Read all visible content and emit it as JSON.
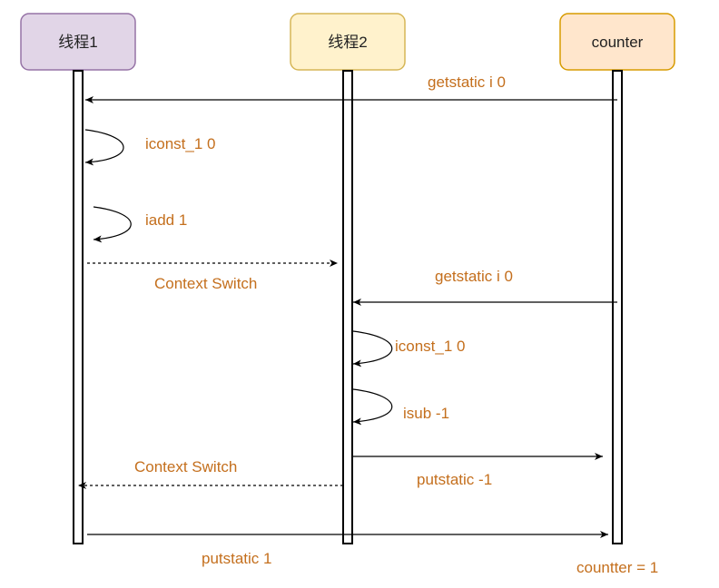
{
  "participants": {
    "thread1": {
      "label": "线程1",
      "fill": "#e1d5e7",
      "stroke": "#9673a6"
    },
    "thread2": {
      "label": "线程2",
      "fill": "#fff2cc",
      "stroke": "#d6b656"
    },
    "counter": {
      "label": "counter",
      "fill": "#ffe6cc",
      "stroke": "#d79b00"
    }
  },
  "messages": {
    "getstatic_1": "getstatic i  0",
    "iconst_1_a": "iconst_1 0",
    "iadd": "iadd 1",
    "switch_1": "Context Switch",
    "getstatic_2": "getstatic i  0",
    "iconst_1_b": "iconst_1 0",
    "isub": "isub -1",
    "putstatic_2": "putstatic -1",
    "switch_2": "Context Switch",
    "putstatic_1": "putstatic 1"
  },
  "result": "countter = 1",
  "colors": {
    "label_text": "#c46f1d",
    "line": "#000000"
  }
}
